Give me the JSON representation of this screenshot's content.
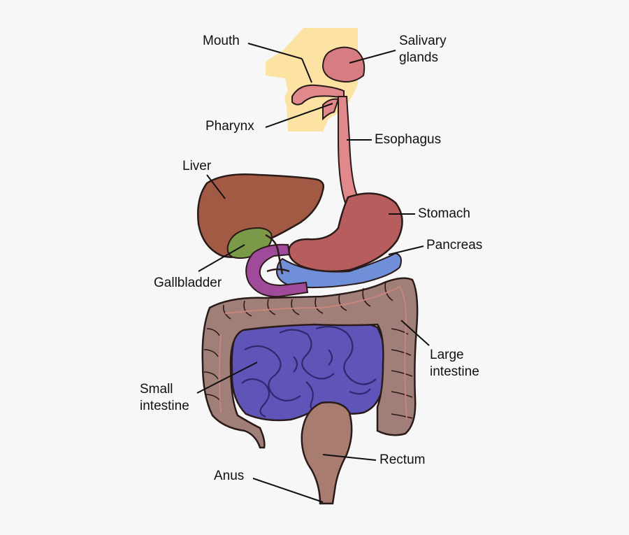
{
  "colors": {
    "background": "#f7f7f7",
    "face": "#fce3a3",
    "mouth_esophagus": "#e0888a",
    "salivary": "#d77c80",
    "liver": "#a35a44",
    "gallbladder": "#7a9a4a",
    "stomach": "#b85d5d",
    "pancreas": "#6f8fd8",
    "duodenum": "#a04a9a",
    "small_intestine": "#5f55b8",
    "large_intestine": "#a07f78",
    "rectum": "#a97c70",
    "outline": "#2b1a1a",
    "leader_line": "#111111"
  },
  "labels": {
    "mouth": "Mouth",
    "salivary_line1": "Salivary",
    "salivary_line2": "glands",
    "pharynx": "Pharynx",
    "esophagus": "Esophagus",
    "liver": "Liver",
    "stomach": "Stomach",
    "pancreas": "Pancreas",
    "gallbladder": "Gallbladder",
    "large_line1": "Large",
    "large_line2": "intestine",
    "small_line1": "Small",
    "small_line2": "intestine",
    "rectum": "Rectum",
    "anus": "Anus"
  }
}
